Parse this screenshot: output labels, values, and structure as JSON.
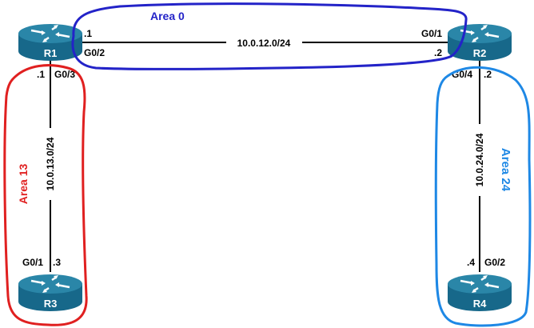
{
  "routers": [
    {
      "name": "R1"
    },
    {
      "name": "R2"
    },
    {
      "name": "R3"
    },
    {
      "name": "R4"
    }
  ],
  "links": {
    "r1_r2": {
      "subnet": "10.0.12.0/24",
      "r1_ip": ".1",
      "r1_if": "G0/2",
      "r2_ip": ".2",
      "r2_if": "G0/1"
    },
    "r1_r3": {
      "subnet": "10.0.13.0/24",
      "r1_ip": ".1",
      "r1_if": "G0/3",
      "r3_ip": ".3",
      "r3_if": "G0/1"
    },
    "r2_r4": {
      "subnet": "10.0.24.0/24",
      "r2_ip": ".2",
      "r2_if": "G0/4",
      "r4_ip": ".4",
      "r4_if": "G0/2"
    }
  },
  "areas": {
    "area0": {
      "label": "Area 0",
      "color": "#2323c8"
    },
    "area13": {
      "label": "Area 13",
      "color": "#e02020"
    },
    "area24": {
      "label": "Area 24",
      "color": "#1e88e5"
    }
  },
  "colors": {
    "router_top": "#2a86a8",
    "router_body": "#17688a"
  }
}
